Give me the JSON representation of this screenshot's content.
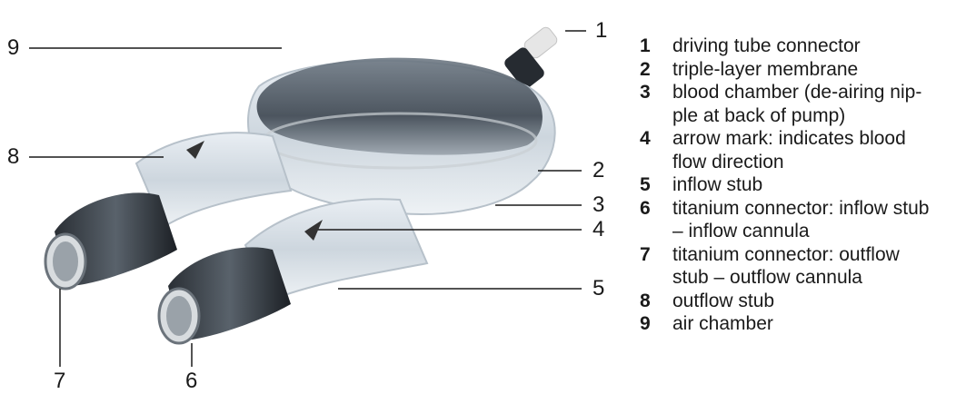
{
  "callouts": [
    "1",
    "2",
    "3",
    "4",
    "5",
    "6",
    "7",
    "8",
    "9"
  ],
  "legend": [
    {
      "num": "1",
      "text": "driving tube connector"
    },
    {
      "num": "2",
      "text": "triple-layer membrane"
    },
    {
      "num": "3",
      "text": "blood chamber (de-airing nip-\nple at back of pump)"
    },
    {
      "num": "4",
      "text": "arrow mark: indicates blood\nflow direction"
    },
    {
      "num": "5",
      "text": "inflow stub"
    },
    {
      "num": "6",
      "text": "titanium connector: inflow stub\n– inflow cannula"
    },
    {
      "num": "7",
      "text": "titanium connector: outflow\nstub – outflow cannula"
    },
    {
      "num": "8",
      "text": "outflow stub"
    },
    {
      "num": "9",
      "text": "air chamber"
    }
  ]
}
